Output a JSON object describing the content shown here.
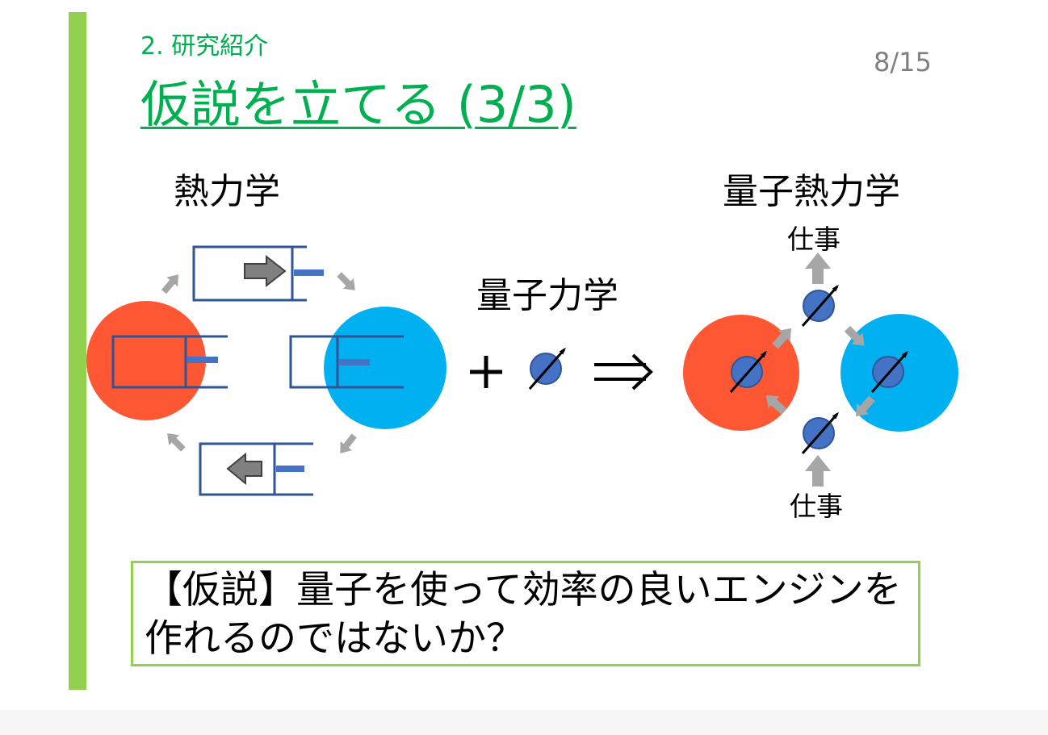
{
  "slide": {
    "section": "2. 研究紹介",
    "title": "仮説を立てる (3/3)",
    "page_number": "8/15"
  },
  "colors": {
    "accent_green": "#00b050",
    "bar_green": "#92d050",
    "hot_red": "#fe5733",
    "cold_blue": "#00b0f0",
    "piston_blue": "#2f5597",
    "spin_blue": "#4472c4",
    "arrow_gray": "#a6a6a6"
  },
  "diagram": {
    "thermodynamics_label": "熱力学",
    "quantum_mechanics_label": "量子力学",
    "quantum_thermodynamics_label": "量子熱力学",
    "work_label_top": "仕事",
    "work_label_bottom": "仕事",
    "plus_symbol": "+",
    "implies_symbol": "⇒"
  },
  "hypothesis": {
    "text": "【仮説】量子を使って効率の良いエンジンを作れるのではないか？"
  }
}
